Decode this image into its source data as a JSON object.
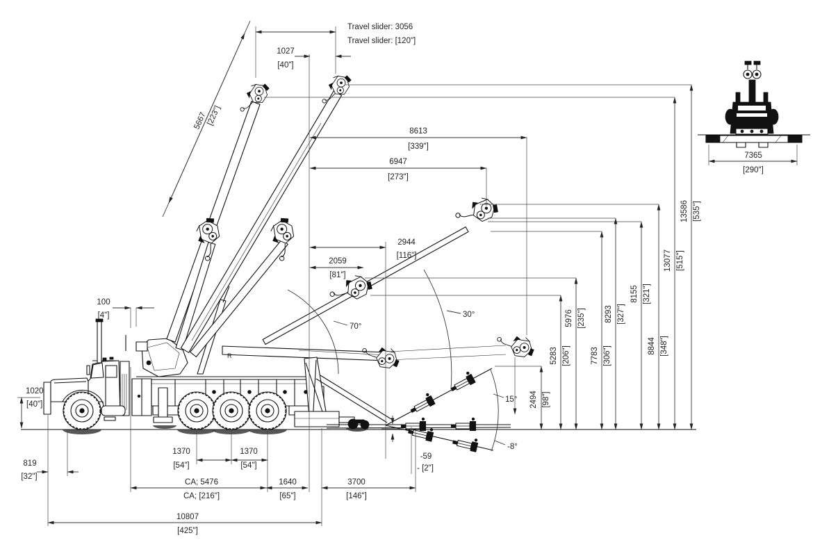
{
  "diagram": {
    "type": "engineering-dimension-drawing",
    "subject": "heavy rotator wrecker boom reach and chassis dimensions, side view with rear view inset",
    "units": "millimeters over [inches]",
    "line_color": "#0f0f0f",
    "text_color": "#222222",
    "background": "#ffffff",
    "angles": {
      "boom_high": "70°",
      "boom_mid": "30°",
      "underlift_up": "15°",
      "underlift_down": "-8°"
    },
    "marks": {
      "r_mark": "R"
    },
    "dims": {
      "travel_slider_mm": "Travel slider: 3056",
      "travel_slider_in": "Travel slider: [120\"]",
      "d1027": {
        "mm": "1027",
        "in": "[40\"]"
      },
      "d5667": {
        "mm": "5667",
        "in": "[223\"]"
      },
      "d8613": {
        "mm": "8613",
        "in": "[339\"]"
      },
      "d6947": {
        "mm": "6947",
        "in": "[273\"]"
      },
      "d2944": {
        "mm": "2944",
        "in": "[116\"]"
      },
      "d2059": {
        "mm": "2059",
        "in": "[81\"]"
      },
      "d7365": {
        "mm": "7365",
        "in": "[290\"]"
      },
      "d100": {
        "mm": "100",
        "in": "[4\"]"
      },
      "d1020": {
        "mm": "1020",
        "in": "[40\"]"
      },
      "d819": {
        "mm": "819",
        "in": "[32\"]"
      },
      "d1370a": {
        "mm": "1370",
        "in": "[54\"]"
      },
      "d1370b": {
        "mm": "1370",
        "in": "[54\"]"
      },
      "dca": {
        "mm": "CA; 5476",
        "in": "CA;  [216\"]"
      },
      "d1640": {
        "mm": "1640",
        "in": "[65\"]"
      },
      "d3700": {
        "mm": "3700",
        "in": "[146\"]"
      },
      "d10807": {
        "mm": "10807",
        "in": "[425\"]"
      },
      "dneg59": {
        "mm": "-59",
        "in": "- [2\"]"
      },
      "d2494": {
        "mm": "2494",
        "in": "[98\"]"
      },
      "d5283": {
        "mm": "5283",
        "in": "[206\"]"
      },
      "d5976": {
        "mm": "5976",
        "in": "[235\"]"
      },
      "d7783": {
        "mm": "7783",
        "in": "[306\"]"
      },
      "d8293": {
        "mm": "8293",
        "in": "[327\"]"
      },
      "d8155": {
        "mm": "8155",
        "in": "[321\"]"
      },
      "d8844": {
        "mm": "8844",
        "in": "[348\"]"
      },
      "d13077": {
        "mm": "13077",
        "in": "[515\"]"
      },
      "d13586": {
        "mm": "13586",
        "in": "[535\"]"
      }
    }
  }
}
